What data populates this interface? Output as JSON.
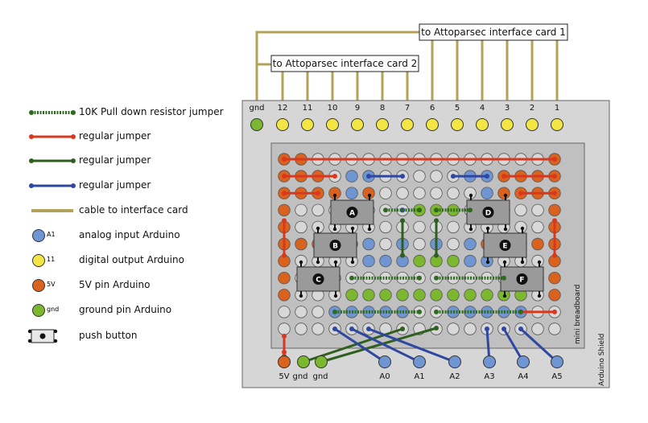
{
  "colors": {
    "pulldown_jumper": "#2e6b1f",
    "red_jumper": "#d9381e",
    "green_jumper": "#2f5f1f",
    "blue_jumper": "#2e47a0",
    "cable": "#b3a35a",
    "analog_pin": "#6f95d2",
    "digital_pin": "#f2e544",
    "fivev_pin": "#d9621e",
    "gnd_pin": "#7cb82f",
    "empty_hole": "#d8d8d8",
    "shield": "#d6d6d6",
    "breadboard": "#c0c0c0",
    "chip": "#9a9a9a"
  },
  "legend": [
    {
      "icon": "pulldown-jumper-icon",
      "label": "10K Pull down resistor jumper"
    },
    {
      "icon": "red-jumper-icon",
      "label": "regular jumper"
    },
    {
      "icon": "green-jumper-icon",
      "label": "regular jumper"
    },
    {
      "icon": "blue-jumper-icon",
      "label": "regular jumper"
    },
    {
      "icon": "cable-icon",
      "label": "cable to interface card"
    },
    {
      "icon": "analog-pin-icon",
      "tag": "A1",
      "label": "analog input Arduino"
    },
    {
      "icon": "digital-pin-icon",
      "tag": "11",
      "label": "digital output Arduino"
    },
    {
      "icon": "fivev-pin-icon",
      "tag": "5V",
      "label": "5V pin Arduino"
    },
    {
      "icon": "gnd-pin-icon",
      "tag": "gnd",
      "label": "ground pin Arduino"
    },
    {
      "icon": "push-button-icon",
      "label": "push button"
    }
  ],
  "cards": {
    "card1": "to Attoparsec interface card 1",
    "card2": "to Attoparsec interface card 2"
  },
  "top_pins": [
    "gnd",
    "12",
    "11",
    "10",
    "9",
    "8",
    "7",
    "6",
    "5",
    "4",
    "3",
    "2",
    "1"
  ],
  "bottom_pins": [
    "5V",
    "gnd",
    "gnd",
    "A0",
    "A1",
    "A2",
    "A3",
    "A4",
    "A5"
  ],
  "buttons": [
    "A",
    "B",
    "C",
    "D",
    "E",
    "F"
  ],
  "labels": {
    "breadboard": "mini breadboard",
    "shield": "Arduino Shield"
  }
}
